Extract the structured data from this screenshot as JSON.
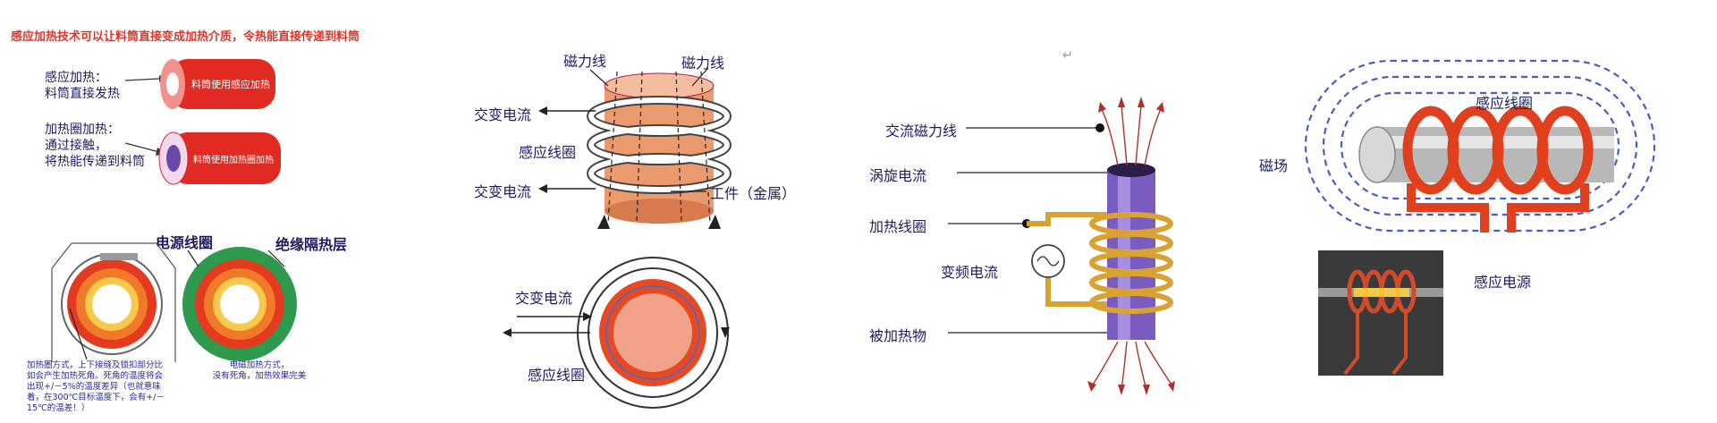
{
  "panel1": {
    "title": "感应加热技术可以让料筒直接变成加热介质，令热能直接传递到料筒",
    "label_induction_line1": "感应加热：",
    "label_induction_line2": "料筒直接发热",
    "tube1_text": "料筒使用感应加热",
    "label_coil_line1": "加热圈加热：",
    "label_coil_line2": "通过接触，",
    "label_coil_line3": "将热能传递到料筒",
    "tube2_text": "料筒使用加热圈加热",
    "label_power_coil": "电源线圈",
    "label_insulation": "绝缘隔热层",
    "note_left": "加热圈方式，上下接缝及锁扣部分比\n如会产生加热死角。死角的温度将会\n出现+/－5%的温度差异（也就意味\n着，在300℃目标温度下，会有+/－\n15℃的温差！）",
    "note_right": "电磁加热方式，\n没有死角，加热效果完美"
  },
  "panel2": {
    "label_flux_left": "磁力线",
    "label_flux_right": "磁力线",
    "label_ac_top": "交变电流",
    "label_coil": "感应线圈",
    "label_ac_mid": "交变电流",
    "label_workpiece": "工件（金属）",
    "label_ac_bottom": "交变电流",
    "label_coil_bottom": "感应线圈"
  },
  "panel3": {
    "label_ac_flux": "交流磁力线",
    "label_eddy": "涡旋电流",
    "label_heating_coil": "加热线圈",
    "label_vf_current": "变频电流",
    "label_heated_obj": "被加热物",
    "stray_mark": "↵"
  },
  "panel4": {
    "label_magnetic_field": "磁场",
    "label_induction_coil": "感应线圈",
    "label_induction_power": "感应电源"
  },
  "colors": {
    "title_red": "#e0362a",
    "label_navy": "#1e1c5e",
    "tube_red": "#e02a22",
    "coil_copper": "#e88a5a",
    "gold_coil": "#d9a232",
    "purple_rod": "#7a5cc0",
    "insulation_green": "#2e9a4e"
  }
}
